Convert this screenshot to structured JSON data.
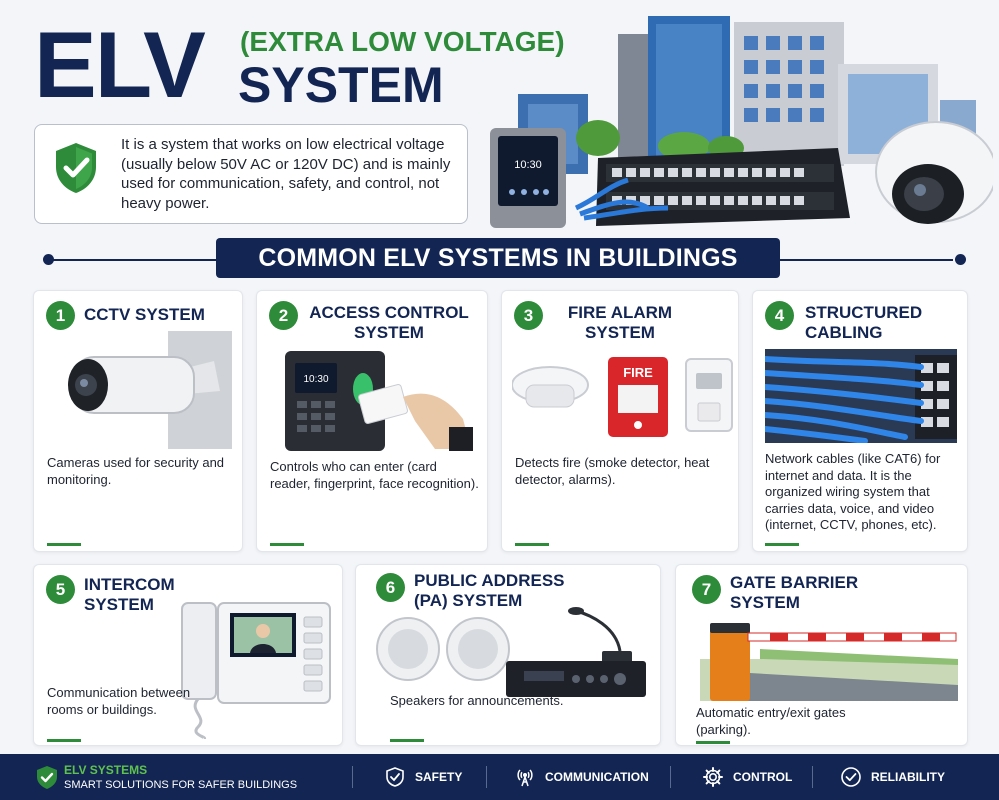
{
  "header": {
    "title_main": "ELV",
    "title_sub": "(EXTRA LOW VOLTAGE)",
    "title_system": "SYSTEM",
    "intro": "It is a system that works on low electrical voltage (usually below 50V AC or 120V DC) and is mainly used for communication, safety, and control, not heavy power.",
    "device_clock": "10:30"
  },
  "banner": "COMMON ELV SYSTEMS IN BUILDINGS",
  "cards": [
    {
      "number": "1",
      "title": "CCTV SYSTEM",
      "description": "Cameras used for security and monitoring."
    },
    {
      "number": "2",
      "title": "ACCESS CONTROL SYSTEM",
      "description": "Controls who can enter (card reader, fingerprint, face recognition).",
      "device_clock": "10:30"
    },
    {
      "number": "3",
      "title": "FIRE ALARM SYSTEM",
      "description": "Detects fire (smoke detector, heat detector, alarms).",
      "alarm_label": "FIRE"
    },
    {
      "number": "4",
      "title": "STRUCTURED CABLING",
      "description": "Network cables (like CAT6) for internet and data. It is the organized wiring system that carries data, voice, and video (internet, CCTV, phones, etc)."
    },
    {
      "number": "5",
      "title": "INTERCOM SYSTEM",
      "description": "Communication between rooms or buildings."
    },
    {
      "number": "6",
      "title": "PUBLIC ADDRESS (PA) SYSTEM",
      "description": "Speakers for announcements."
    },
    {
      "number": "7",
      "title": "GATE BARRIER SYSTEM",
      "description": "Automatic entry/exit gates (parking)."
    }
  ],
  "footer": {
    "brand": "ELV SYSTEMS",
    "tagline": "SMART SOLUTIONS FOR SAFER BUILDINGS",
    "items": [
      {
        "label": "SAFETY",
        "icon": "shield-check-icon"
      },
      {
        "label": "COMMUNICATION",
        "icon": "signal-tower-icon"
      },
      {
        "label": "CONTROL",
        "icon": "gear-icon"
      },
      {
        "label": "RELIABILITY",
        "icon": "check-circle-icon"
      }
    ]
  },
  "colors": {
    "navy": "#132553",
    "green": "#2e8b3a",
    "light_green": "#5fc24f"
  }
}
